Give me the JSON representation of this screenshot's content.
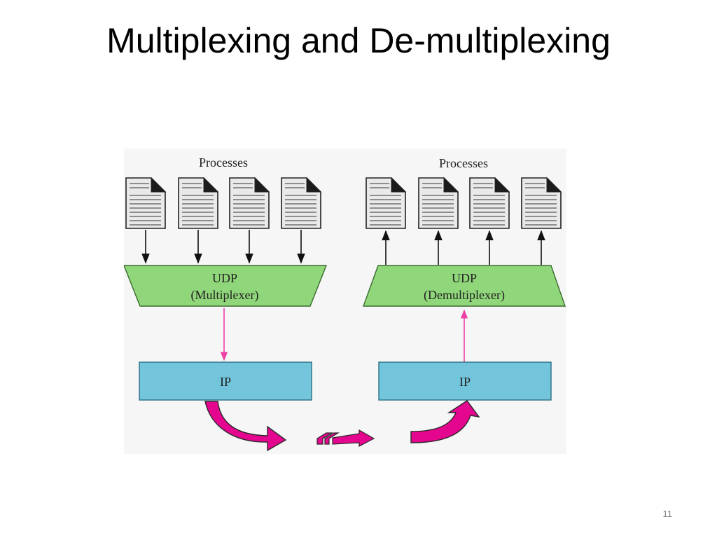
{
  "slide": {
    "title": "Multiplexing and De-multiplexing",
    "page_number": "11"
  },
  "diagram": {
    "sender": {
      "processes_label": "Processes",
      "udp_label": "UDP",
      "udp_role": "(Multiplexer)",
      "ip_label": "IP"
    },
    "receiver": {
      "processes_label": "Processes",
      "udp_label": "UDP",
      "udp_role": "(Demultiplexer)",
      "ip_label": "IP"
    },
    "colors": {
      "udp_fill": "#90d67a",
      "ip_fill": "#73c5dc",
      "flow_arrow": "#e5068f",
      "pink_line": "#ee3fa5",
      "document_fill": "#e9e9e9"
    }
  }
}
